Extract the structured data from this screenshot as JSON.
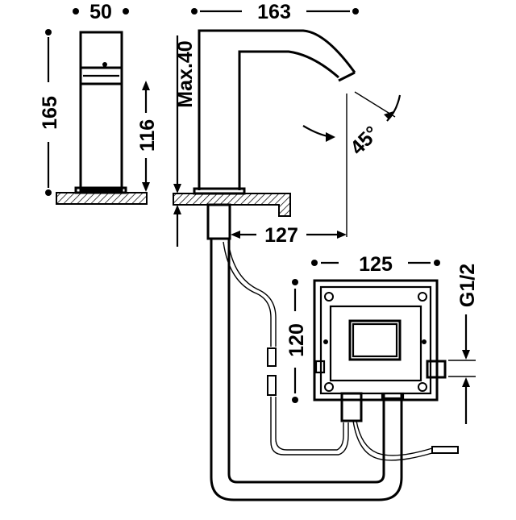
{
  "dimensions": {
    "width_top": "50",
    "reach": "163",
    "height_total": "165",
    "height_body": "116",
    "deck_max": "Max.40",
    "angle": "45°",
    "hole_offset": "127",
    "box_width": "125",
    "box_height": "120",
    "connection": "G1/2"
  }
}
